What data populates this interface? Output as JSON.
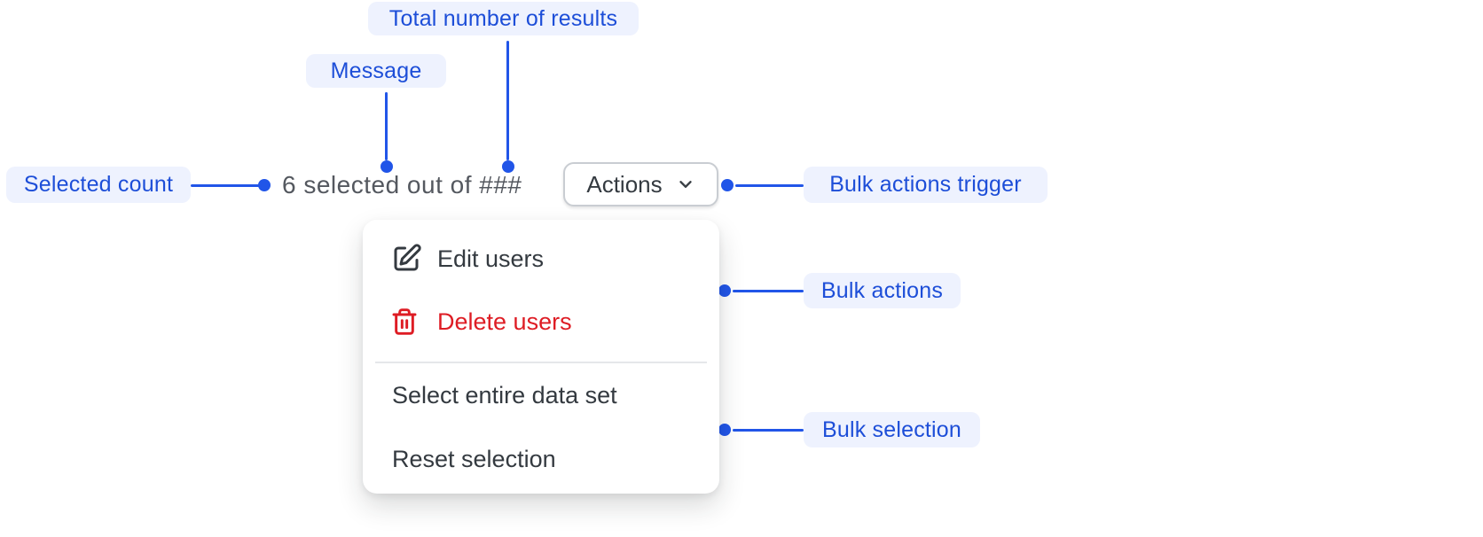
{
  "colors": {
    "label_text": "#1d4ed8",
    "label_bg": "#eef2fe",
    "connector": "#2155e8",
    "muted_text": "#54585f",
    "menu_text": "#343a40",
    "danger": "#de1c24",
    "button_border": "#c9cdd2",
    "divider": "#e5e7ea",
    "surface": "#ffffff",
    "page_bg": "#ffffff"
  },
  "annotations": {
    "total_results": "Total number of results",
    "message": "Message",
    "selected_count": "Selected count",
    "bulk_actions_trigger": "Bulk actions trigger",
    "bulk_actions": "Bulk actions",
    "bulk_selection": "Bulk selection"
  },
  "component": {
    "message_text": "6 selected out of ###",
    "actions_button_label": "Actions",
    "actions_button_icon": "chevron-down-icon",
    "menu": {
      "items": [
        {
          "label": "Edit users",
          "icon": "edit-icon",
          "danger": false
        },
        {
          "label": "Delete users",
          "icon": "trash-icon",
          "danger": true
        },
        {
          "label": "Select entire data set",
          "icon": null,
          "danger": false
        },
        {
          "label": "Reset selection",
          "icon": null,
          "danger": false
        }
      ]
    }
  }
}
